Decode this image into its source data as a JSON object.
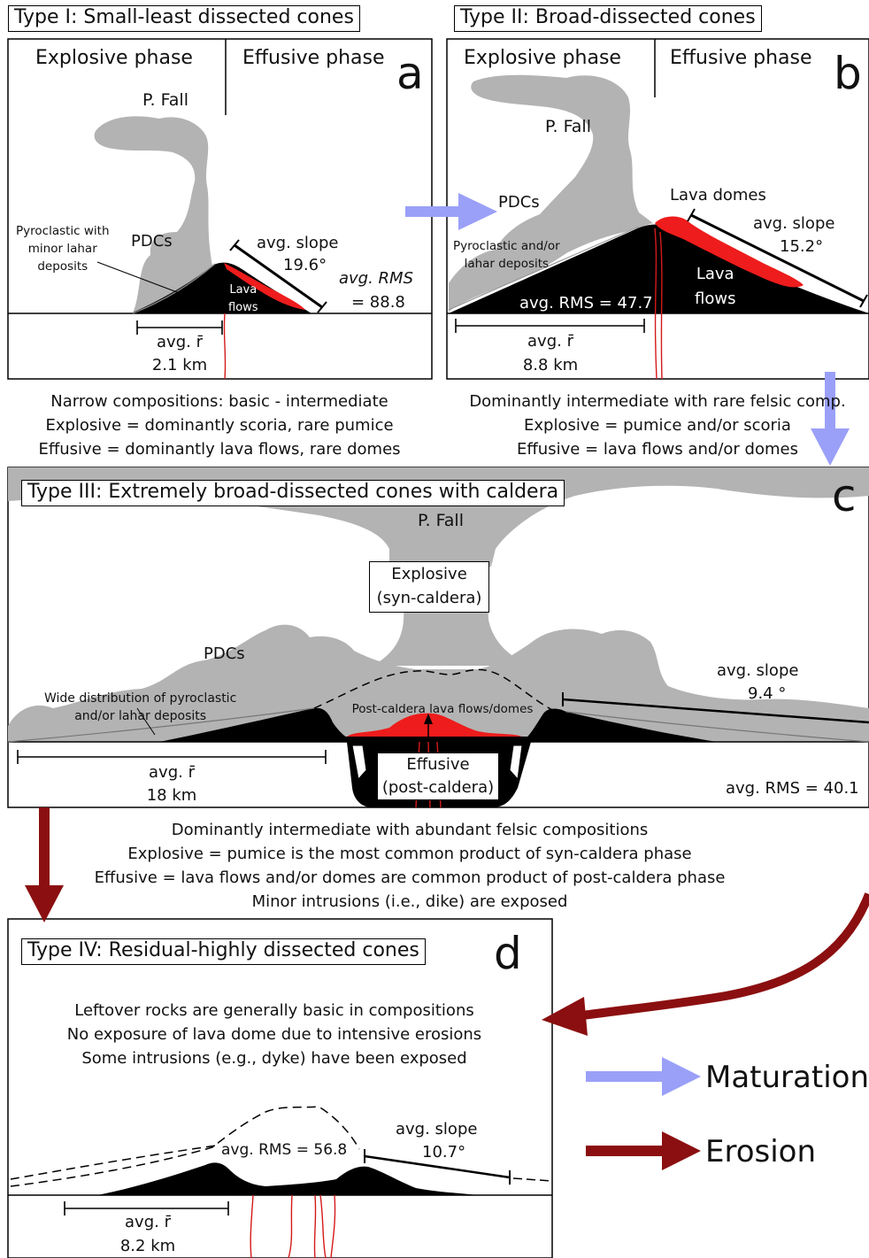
{
  "panel_a": {
    "title": "Type I: Small-least dissected cones",
    "letter": "a",
    "explosive_label": "Explosive phase",
    "effusive_label": "Effusive phase",
    "fall_label": "P. Fall",
    "pdcs_label": "PDCs",
    "deposits_label": "Pyroclastic with\nminor lahar\ndeposits",
    "lava_label": "Lava\nflows",
    "slope_label": "avg. slope",
    "slope_value": "19.6°",
    "rms_label": "avg. RMS",
    "rms_value": "= 88.8",
    "radius_label": "avg. r̄",
    "radius_value": "2.1 km",
    "notes": [
      "Narrow compositions: basic - intermediate",
      "Explosive = dominantly scoria, rare pumice",
      "Effusive = dominantly lava flows, rare domes"
    ]
  },
  "panel_b": {
    "title": "Type II: Broad-dissected cones",
    "letter": "b",
    "explosive_label": "Explosive phase",
    "effusive_label": "Effusive phase",
    "fall_label": "P. Fall",
    "pdcs_label": "PDCs",
    "domes_label": "Lava domes",
    "deposits_label": "Pyroclastic and/or\nlahar deposits",
    "lava_label": "Lava\nflows",
    "slope_label": "avg. slope",
    "slope_value": "15.2°",
    "rms_text": "avg. RMS  = 47.7",
    "radius_label": "avg. r̄",
    "radius_value": "8.8 km",
    "notes": [
      "Dominantly intermediate with rare felsic comp.",
      "Explosive = pumice and/or scoria",
      "Effusive = lava flows and/or domes"
    ]
  },
  "panel_c": {
    "title": "Type III: Extremely broad-dissected cones with caldera",
    "letter": "c",
    "fall_label": "P. Fall",
    "explosive_box": "Explosive\n(syn-caldera)",
    "pdcs_label": "PDCs",
    "deposits_label": "Wide distribution of pyroclastic\nand/or lahar deposits",
    "post_caldera_label": "Post-caldera lava flows/domes",
    "effusive_box": "Effusive\n(post-caldera)",
    "slope_label": "avg. slope",
    "slope_value": "9.4 °",
    "rms_text": "avg. RMS  = 40.1",
    "radius_label": "avg. r̄",
    "radius_value": "18 km",
    "notes": [
      "Dominantly intermediate with abundant felsic compositions",
      "Explosive = pumice is the most common product of syn-caldera phase",
      "Effusive = lava flows and/or domes are common product of post-caldera phase",
      "Minor intrusions (i.e., dike) are exposed"
    ]
  },
  "panel_d": {
    "title": "Type IV: Residual-highly dissected cones",
    "letter": "d",
    "notes": [
      "Leftover rocks are generally basic in compositions",
      "No exposure of lava dome due to intensive erosions",
      "Some intrusions (e.g., dyke) have been exposed"
    ],
    "rms_text": "avg. RMS  = 56.8",
    "slope_label": "avg. slope",
    "slope_value": "10.7°",
    "radius_label": "avg. r̄",
    "radius_value": "8.2 km"
  },
  "legend": {
    "maturation": "Maturation",
    "erosion": "Erosion"
  },
  "colors": {
    "plume": "#b3b3b3",
    "lava": "#ee1c1c",
    "cone": "#000000",
    "maturation_arrow": "#9aa0f7",
    "erosion_arrow": "#8b0f10"
  }
}
